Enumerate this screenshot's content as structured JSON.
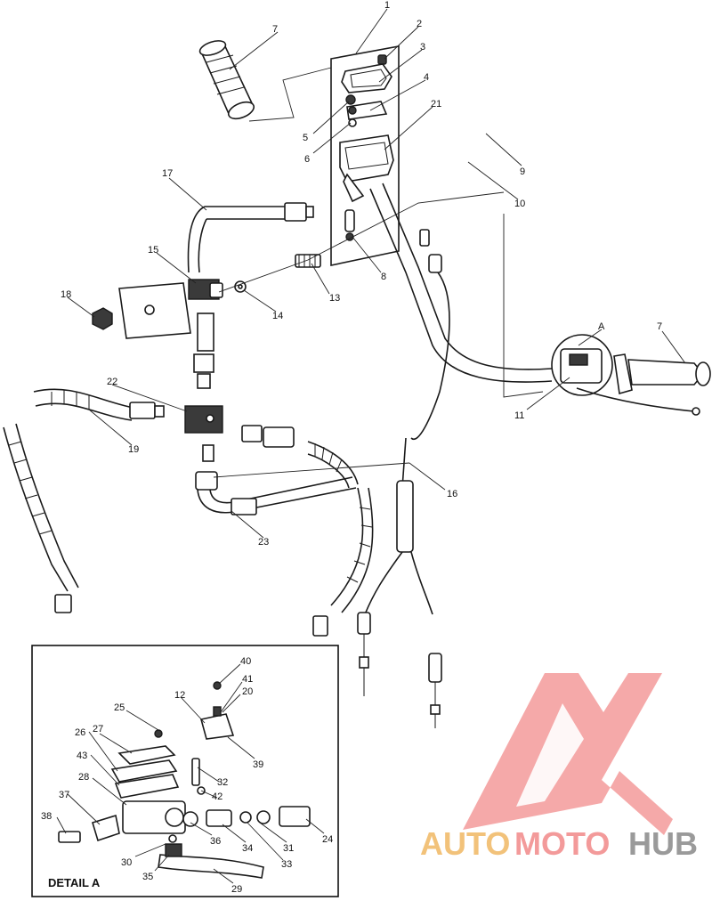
{
  "callouts": {
    "c1": "1",
    "c2": "2",
    "c3": "3",
    "c4": "4",
    "c5": "5",
    "c6": "6",
    "c7a": "7",
    "c7b": "7",
    "c8": "8",
    "c9": "9",
    "c10": "10",
    "c11": "11",
    "c13": "13",
    "c14": "14",
    "c15": "15",
    "c16": "16",
    "c17": "17",
    "c18": "18",
    "c19": "19",
    "c21": "21",
    "c22": "22",
    "c23": "23",
    "cA": "A",
    "d12": "12",
    "d20": "20",
    "d24": "24",
    "d25": "25",
    "d26": "26",
    "d27": "27",
    "d28": "28",
    "d29": "29",
    "d30": "30",
    "d31": "31",
    "d32": "32",
    "d33": "33",
    "d34": "34",
    "d35": "35",
    "d36": "36",
    "d37": "37",
    "d38": "38",
    "d39": "39",
    "d40": "40",
    "d41": "41",
    "d42": "42",
    "d43": "43"
  },
  "detail_title": "DETAIL A",
  "watermark": {
    "part1": "AUTO",
    "part2": "MOTO",
    "part3": "HUB",
    "colors": {
      "triangle": "#f39a9a",
      "auto": "#f2c27a",
      "moto": "#f39a9a",
      "hub": "#9a9a9a"
    }
  }
}
